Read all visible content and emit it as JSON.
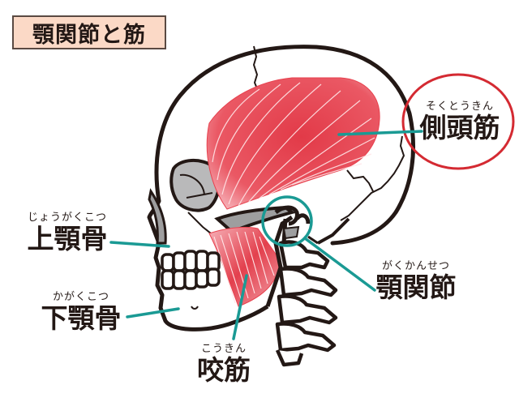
{
  "title": "顎関節と筋",
  "colors": {
    "title_bg": "#fbd9c6",
    "title_border": "#5a4a42",
    "leader_line": "#1a9a94",
    "highlight_circle": "#d42a32",
    "muscle": "#e8424f",
    "muscle_light": "#f4a3ab",
    "bone_outline": "#231815",
    "bone_gray": "#9e9e9f"
  },
  "labels": {
    "temporalis": {
      "ruby": "そくとうきん",
      "text": "側頭筋"
    },
    "maxilla": {
      "ruby": "じょうがくこつ",
      "text": "上顎骨"
    },
    "mandible": {
      "ruby": "かがくこつ",
      "text": "下顎骨"
    },
    "masseter": {
      "ruby": "こうきん",
      "text": "咬筋"
    },
    "tmj": {
      "ruby": "がくかんせつ",
      "text": "顎関節"
    }
  }
}
